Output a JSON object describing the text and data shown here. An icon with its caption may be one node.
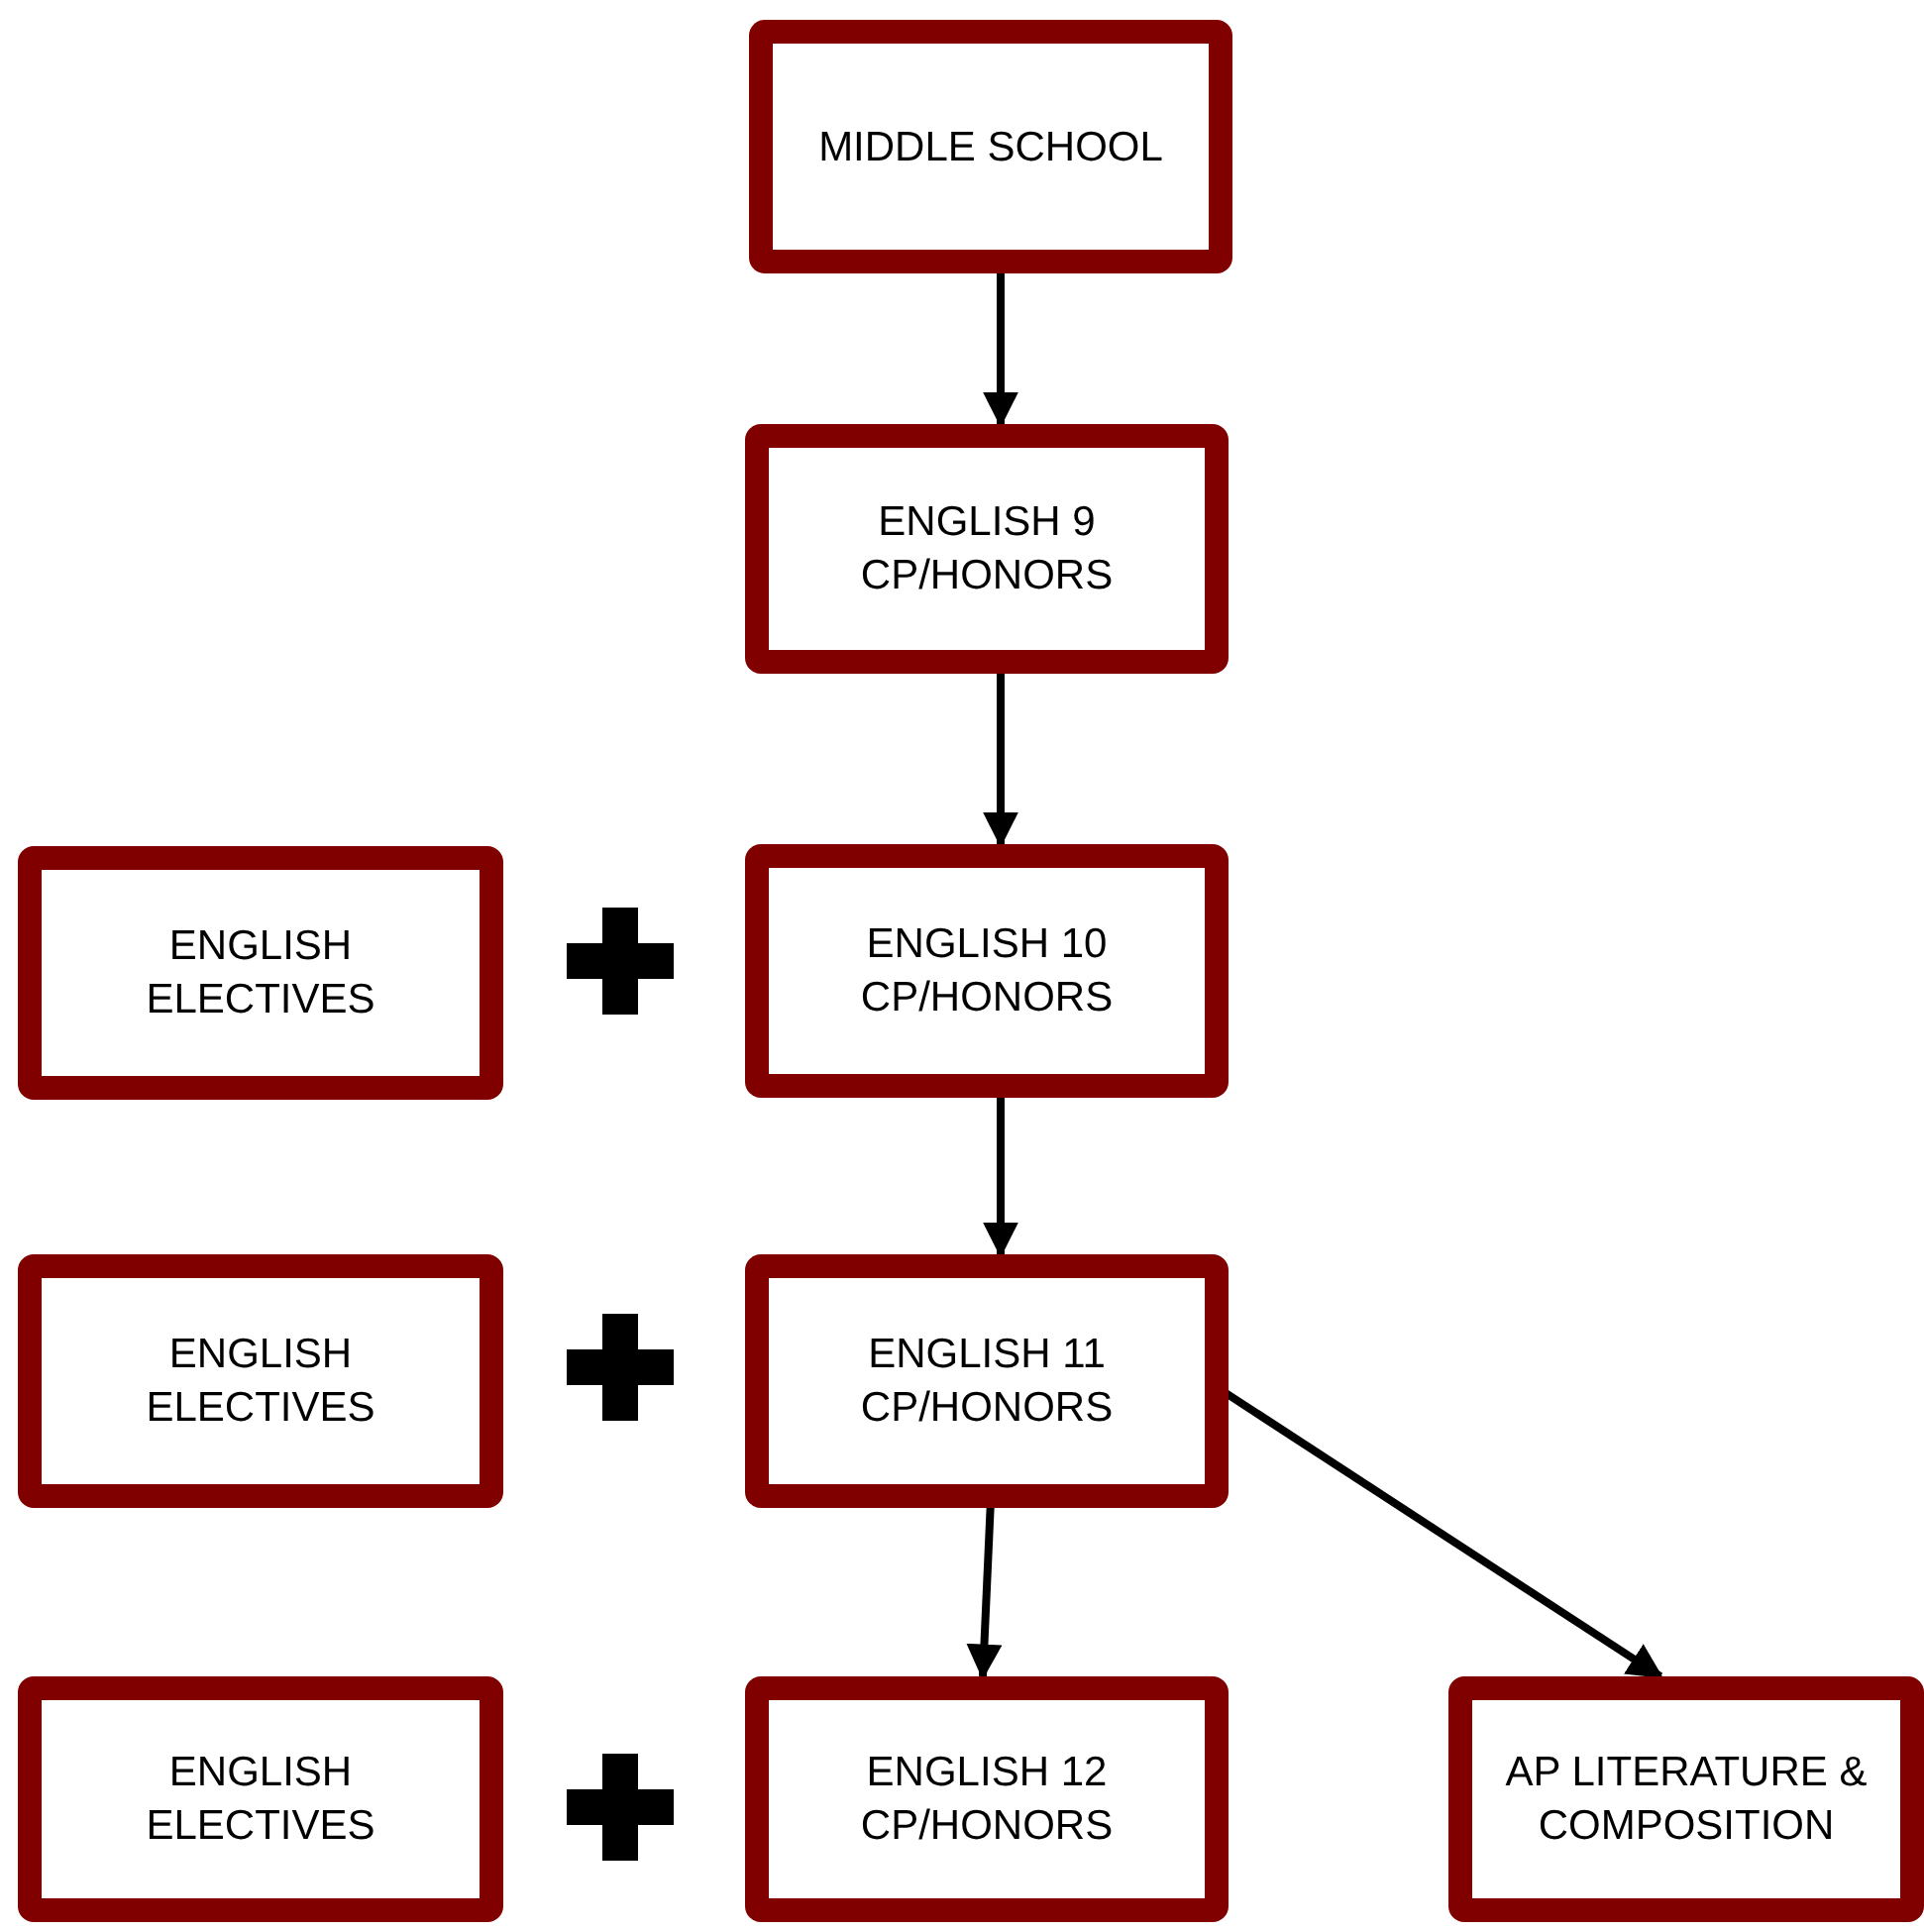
{
  "diagram": {
    "nodes": [
      {
        "text": [
          "MIDDLE SCHOOL"
        ]
      },
      {
        "text": [
          "ENGLISH 9 CP/HONORS"
        ]
      },
      {
        "text": [
          "ENGLISH ELECTIVES"
        ]
      },
      {
        "text": [
          "ENGLISH 10 CP/HONORS"
        ]
      },
      {
        "text": [
          "ENGLISH ELECTIVES"
        ]
      },
      {
        "text": [
          "ENGLISH 11 CP/HONORS"
        ]
      },
      {
        "text": [
          "ENGLISH ELECTIVES"
        ]
      },
      {
        "text": [
          "ENGLISH 12 CP/HONORS"
        ]
      },
      {
        "text": [
          "AP LITERATURE & COMPOSITION"
        ]
      }
    ],
    "edges": [
      {
        "from": 0,
        "to": 1,
        "arrow": "to"
      },
      {
        "from": 1,
        "to": 3,
        "arrow": "to"
      },
      {
        "from": 3,
        "to": 5,
        "arrow": "to"
      },
      {
        "from": 5,
        "to": 7,
        "arrow": "to"
      },
      {
        "from": 5,
        "to": 8,
        "arrow": "to"
      }
    ]
  }
}
